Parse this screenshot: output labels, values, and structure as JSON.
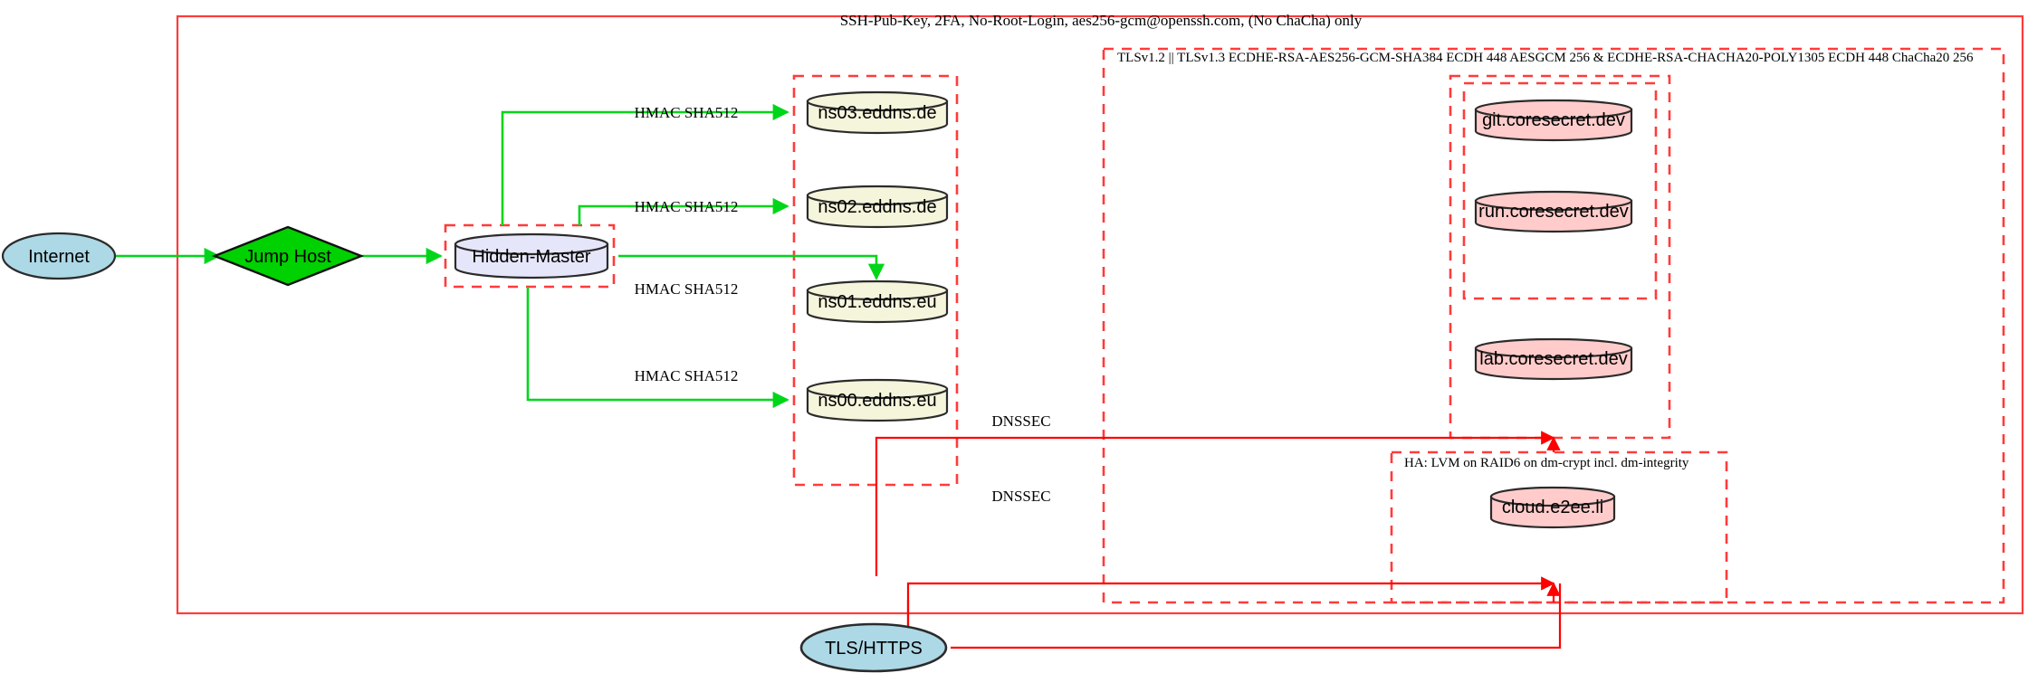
{
  "diagram": {
    "title_label": "SSH-Pub-Key, 2FA, No-Root-Login, aes256-gcm@openssh.com, (No ChaCha) only",
    "clusters": [
      {
        "id": "tls-cluster",
        "label": "TLSv1.2 || TLSv1.3 ECDHE-RSA-AES256-GCM-SHA384 ECDH 448 AESGCM 256 & ECDHE-RSA-CHACHA20-POLY1305 ECDH 448 ChaCha20 256"
      },
      {
        "id": "ha-cluster",
        "label": "HA: LVM on RAID6 on dm-crypt incl. dm-integrity"
      }
    ],
    "nodes": {
      "internet": "Internet",
      "jump_host": "Jump Host",
      "hidden_master": "Hidden-Master",
      "ns03": "ns03.eddns.de",
      "ns02": "ns02.eddns.de",
      "ns01": "ns01.eddns.eu",
      "ns00": "ns00.eddns.eu",
      "git": "git.coresecret.dev",
      "run": "run.coresecret.dev",
      "lab": "lab.coresecret.dev",
      "cloud": "cloud.e2ee.li",
      "tls_https": "TLS/HTTPS"
    },
    "edge_labels": {
      "hmac_ns03": "HMAC SHA512",
      "hmac_ns02": "HMAC SHA512",
      "hmac_ns01": "HMAC SHA512",
      "hmac_ns00": "HMAC SHA512",
      "dnssec_upper": "DNSSEC",
      "dnssec_lower": "DNSSEC"
    },
    "colors": {
      "edge_green": "#00d619",
      "edge_red": "#ff0000",
      "cluster_red": "#ff3b3b",
      "ellipse_fill": "#add8e6",
      "diamond_fill": "#00d100",
      "master_fill": "#e6e6fa",
      "dns_fill": "#f5f5dc",
      "service_fill": "#ffcccb"
    }
  }
}
